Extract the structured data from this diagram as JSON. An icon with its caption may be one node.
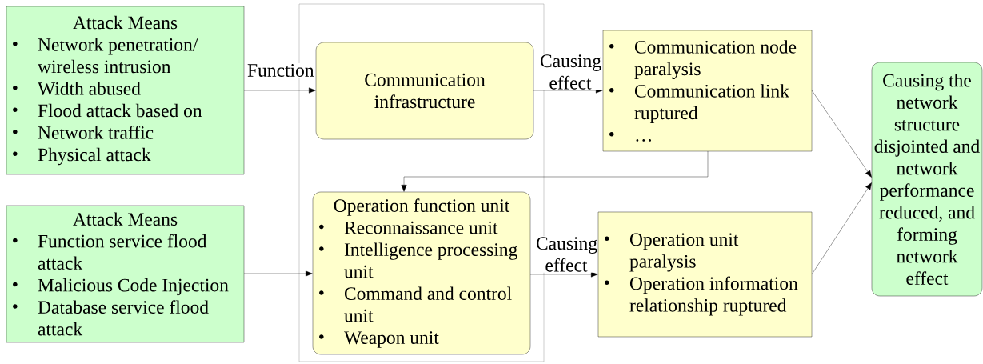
{
  "diagram": {
    "nodes": [
      {
        "text": [
          "Attack Means",
          "Network penetration/ wireless intrusion",
          "Width abused",
          "Flood attack based on",
          "Network traffic",
          "Physical attack"
        ]
      },
      {
        "text": [],
        "shape": "box"
      },
      {
        "text": [
          "Communication infrastructure"
        ],
        "in": 1
      },
      {
        "text": [
          "Communication node paralysis",
          "Communication link ruptured",
          "…"
        ]
      },
      {
        "text": [
          "Attack Means",
          "Function service flood attack",
          "Malicious Code Injection",
          "Database service flood attack"
        ]
      },
      {
        "text": [
          "Operation function unit",
          "Reconnaissance unit",
          "Intelligence processing unit",
          "Command and control unit",
          "Weapon unit"
        ],
        "in": 1
      },
      {
        "text": [
          "Operation unit paralysis",
          "Operation information relationship ruptured"
        ]
      },
      {
        "text": [
          "Causing the network structure disjointed and network performance reduced, and forming network effect"
        ]
      }
    ],
    "edges": [
      {
        "from": 0,
        "to": 2,
        "arrow": "to",
        "label": "Function"
      },
      {
        "from": 2,
        "to": 3,
        "arrow": "to",
        "label": "Causing effect"
      },
      {
        "from": 3,
        "to": 5,
        "arrow": "to"
      },
      {
        "from": 4,
        "to": 5,
        "arrow": "to"
      },
      {
        "from": 5,
        "to": 6,
        "arrow": "to",
        "label": "Causing effect"
      },
      {
        "from": 3,
        "to": 7,
        "arrow": "to"
      },
      {
        "from": 6,
        "to": 7,
        "arrow": "to"
      }
    ]
  }
}
